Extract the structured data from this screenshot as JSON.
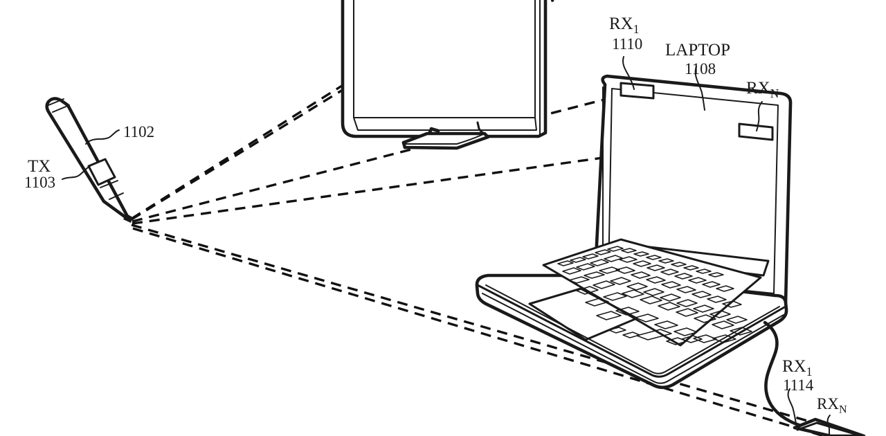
{
  "figure": {
    "kind": "patent-line-drawing",
    "title_visible": false,
    "background_color": "#ffffff",
    "ink_color": "#1a1a1a"
  },
  "labels": {
    "stylus_ref": "1102",
    "tx_name": "TX",
    "tx_ref": "1103",
    "rx1_laptop_name": "RX",
    "rx1_laptop_sub": "1",
    "rx1_laptop_ref": "1110",
    "laptop_name": "LAPTOP",
    "laptop_ref": "1108",
    "rxn_laptop_name": "RX",
    "rxn_laptop_sub": "N",
    "rx1_device_name": "RX",
    "rx1_device_sub": "1",
    "rx1_device_ref": "1114",
    "rxn_device_name": "RX",
    "rxn_device_sub": "N"
  },
  "objects": {
    "stylus": {
      "label": "stylus-1102",
      "emitter": "TX 1103"
    },
    "monitor": {
      "label": "external-monitor"
    },
    "laptop": {
      "label": "laptop-1108",
      "receivers": [
        "RX1 1110",
        "RXN"
      ]
    },
    "peripheral": {
      "label": "cabled-peripheral-1114",
      "receivers": [
        "RX1 1114",
        "RXN"
      ]
    }
  },
  "rays": {
    "count": 6,
    "origin": "stylus tip",
    "style": "dashed",
    "description": "Dashed signal paths radiating from the stylus tip to receiver modules"
  }
}
